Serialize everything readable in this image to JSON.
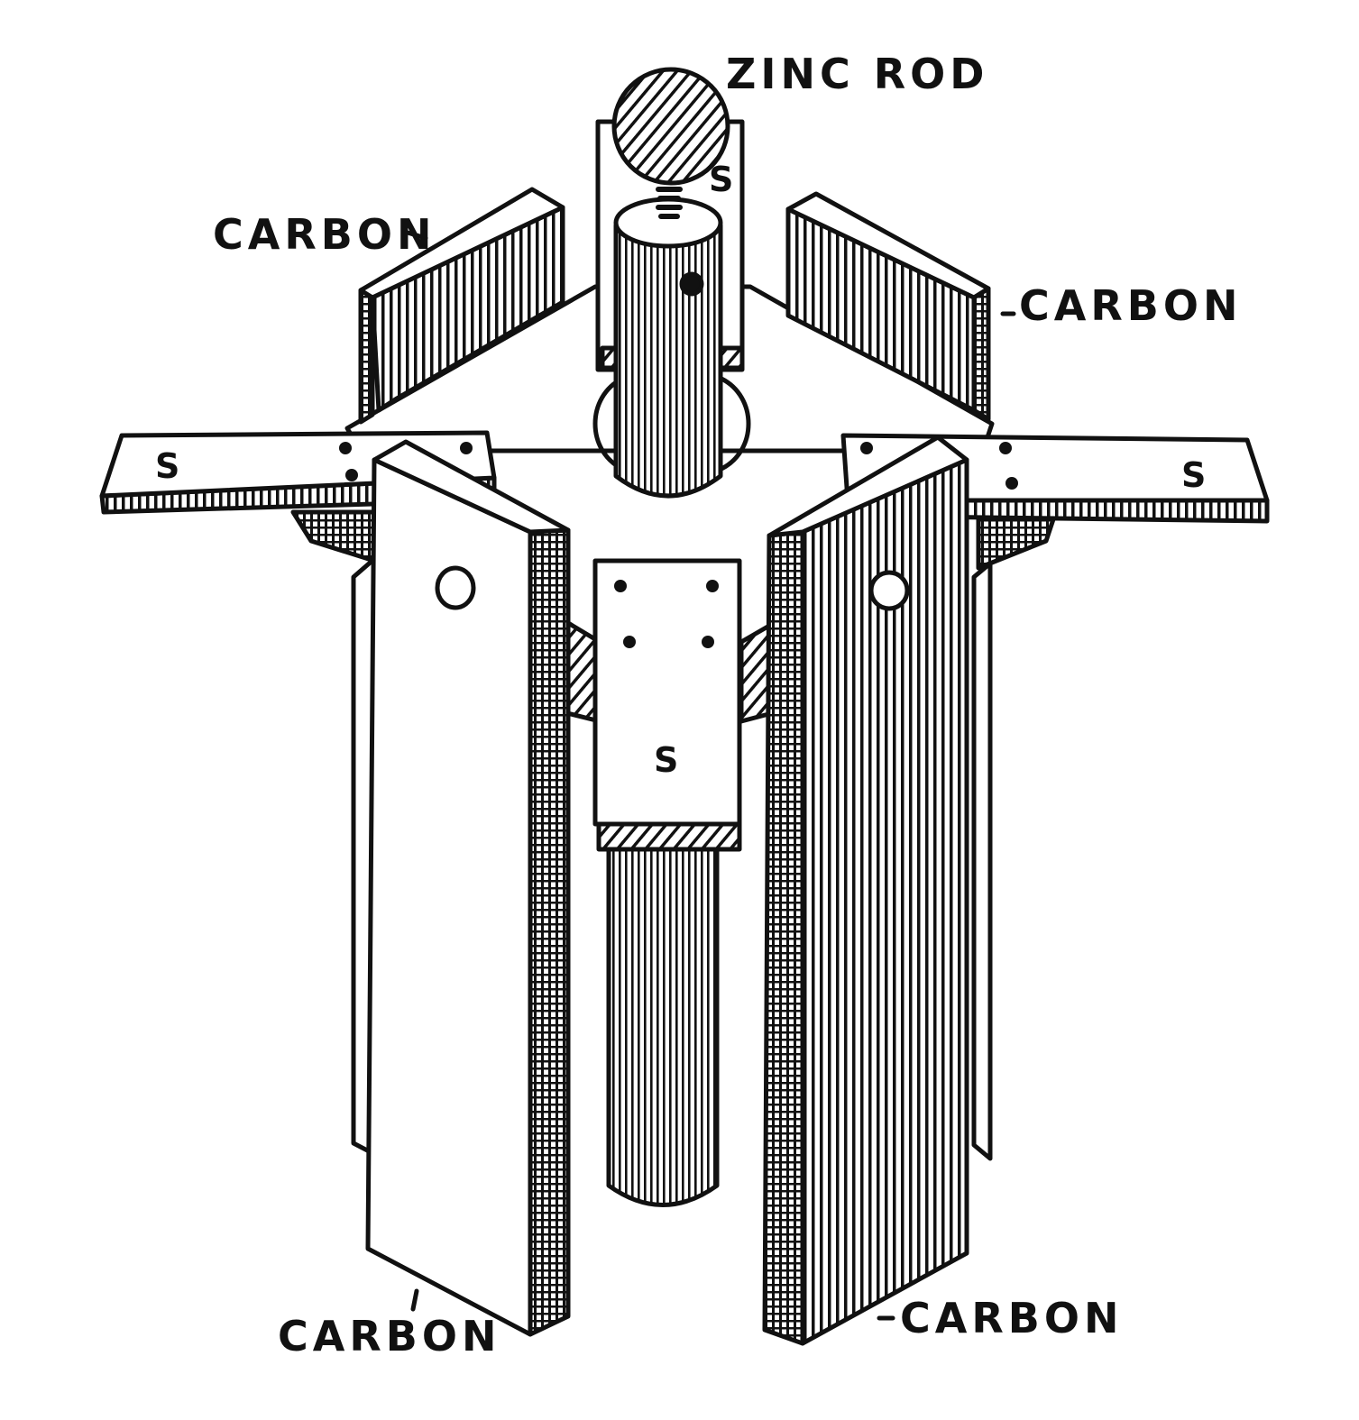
{
  "figure": {
    "labels": {
      "zinc_rod": "ZINC ROD",
      "carbon_top_left": "CARBON",
      "carbon_top_right": "CARBON",
      "carbon_bottom_left": "CARBON",
      "carbon_bottom_right": "CARBON"
    },
    "support_marks": {
      "top": "S",
      "left": "S",
      "right": "S",
      "front": "S"
    },
    "colors": {
      "ink": "#111111",
      "paper": "#ffffff"
    }
  }
}
